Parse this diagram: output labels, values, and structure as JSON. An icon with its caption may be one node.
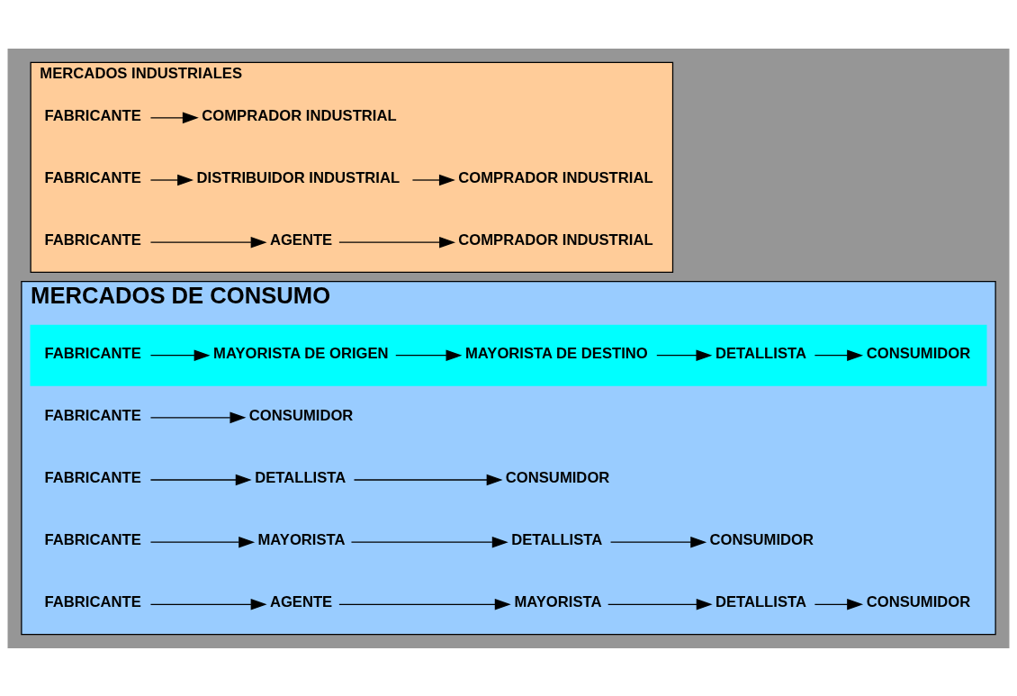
{
  "diagram": {
    "nodes": [
      {
        "text": [
          "MERCADOS DE CONSUMO"
        ]
      },
      {
        "text": [
          "FABRICANTE"
        ],
        "in": 0
      },
      {
        "text": [
          "CONSUMIDOR"
        ],
        "in": 0
      },
      {
        "text": [
          "FABRICANTE"
        ],
        "in": 0
      },
      {
        "text": [
          "DETALLISTA"
        ],
        "in": 0
      },
      {
        "text": [
          "CONSUMIDOR"
        ],
        "in": 0
      },
      {
        "text": [
          "FABRICANTE"
        ],
        "in": 0
      },
      {
        "text": [
          "MAYORISTA"
        ],
        "in": 0
      },
      {
        "text": [
          "DETALLISTA"
        ],
        "in": 0
      },
      {
        "text": [
          "CONSUMIDOR"
        ],
        "in": 0
      },
      {
        "text": [
          "FABRICANTE"
        ],
        "in": 0
      },
      {
        "text": [
          "AGENTE"
        ],
        "in": 0
      },
      {
        "text": [
          "MAYORISTA"
        ],
        "in": 0
      },
      {
        "text": [
          "DETALLISTA"
        ],
        "in": 0
      },
      {
        "text": [
          "CONSUMIDOR"
        ],
        "in": 0
      },
      {
        "text": [],
        "shape": "bar",
        "in": 0
      },
      {
        "text": [
          "FABRICANTE"
        ],
        "in": 15
      },
      {
        "text": [
          "MAYORISTA DE ORIGEN"
        ],
        "in": 15
      },
      {
        "text": [
          "MAYORISTA DE DESTINO"
        ],
        "in": 15
      },
      {
        "text": [
          "DETALLISTA"
        ],
        "in": 15
      },
      {
        "text": [
          "CONSUMIDOR"
        ],
        "in": 15
      },
      {
        "text": [
          "MERCADOS INDUSTRIALES"
        ]
      },
      {
        "text": [
          "FABRICANTE"
        ],
        "in": 21
      },
      {
        "text": [
          "COMPRADOR INDUSTRIAL"
        ],
        "in": 21
      },
      {
        "text": [
          "FABRICANTE"
        ],
        "in": 21
      },
      {
        "text": [
          "DISTRIBUIDOR INDUSTRIAL"
        ],
        "in": 21
      },
      {
        "text": [
          "COMPRADOR INDUSTRIAL"
        ],
        "in": 21
      },
      {
        "text": [
          "FABRICANTE"
        ],
        "in": 21
      },
      {
        "text": [
          "AGENTE"
        ],
        "in": 21
      },
      {
        "text": [
          "COMPRADOR INDUSTRIAL"
        ],
        "in": 21
      }
    ],
    "edges": [
      {
        "from": 1,
        "to": 2,
        "arrow": "to"
      },
      {
        "from": 3,
        "to": 4,
        "arrow": "to"
      },
      {
        "from": 4,
        "to": 5,
        "arrow": "to"
      },
      {
        "from": 6,
        "to": 7,
        "arrow": "to"
      },
      {
        "from": 7,
        "to": 8,
        "arrow": "to"
      },
      {
        "from": 8,
        "to": 9,
        "arrow": "to"
      },
      {
        "from": 10,
        "to": 11,
        "arrow": "to"
      },
      {
        "from": 11,
        "to": 12,
        "arrow": "to"
      },
      {
        "from": 12,
        "to": 13,
        "arrow": "to"
      },
      {
        "from": 13,
        "to": 14,
        "arrow": "to"
      },
      {
        "from": 16,
        "to": 17,
        "arrow": "to"
      },
      {
        "from": 17,
        "to": 18,
        "arrow": "to"
      },
      {
        "from": 18,
        "to": 19,
        "arrow": "to"
      },
      {
        "from": 19,
        "to": 20,
        "arrow": "to"
      },
      {
        "from": 22,
        "to": 23,
        "arrow": "to"
      },
      {
        "from": 24,
        "to": 25,
        "arrow": "to"
      },
      {
        "from": 25,
        "to": 26,
        "arrow": "to"
      },
      {
        "from": 27,
        "to": 28,
        "arrow": "to"
      },
      {
        "from": 28,
        "to": 29,
        "arrow": "to"
      }
    ]
  }
}
